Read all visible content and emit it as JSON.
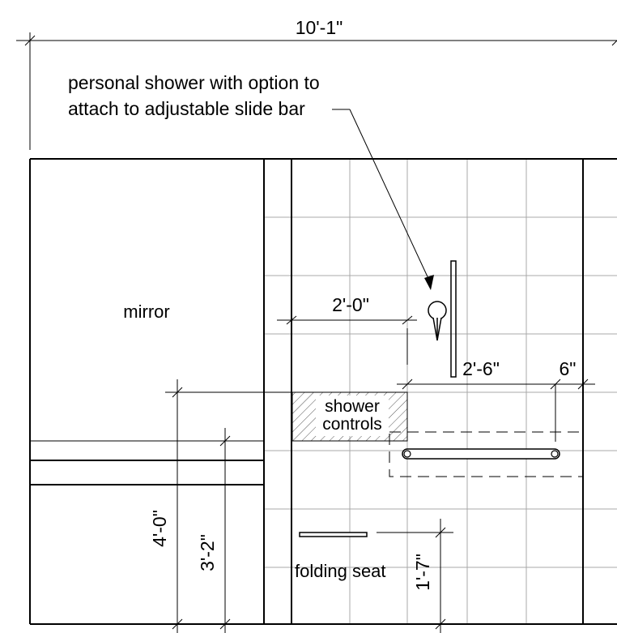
{
  "dimensions": {
    "overall_width": "10'-1\"",
    "bar_offset": "2'-0\"",
    "slide_bar_length": "2'-6\"",
    "grab_bar_end": "6\"",
    "controls_height": "4'-0\"",
    "seat_height_3": "3'-2\"",
    "seat_height": "1'-7\""
  },
  "labels": {
    "shower_note_line1": "personal shower with option to",
    "shower_note_line2": "attach to adjustable slide bar",
    "mirror": "mirror",
    "controls_line1": "shower",
    "controls_line2": "controls",
    "folding_seat": "folding seat"
  }
}
